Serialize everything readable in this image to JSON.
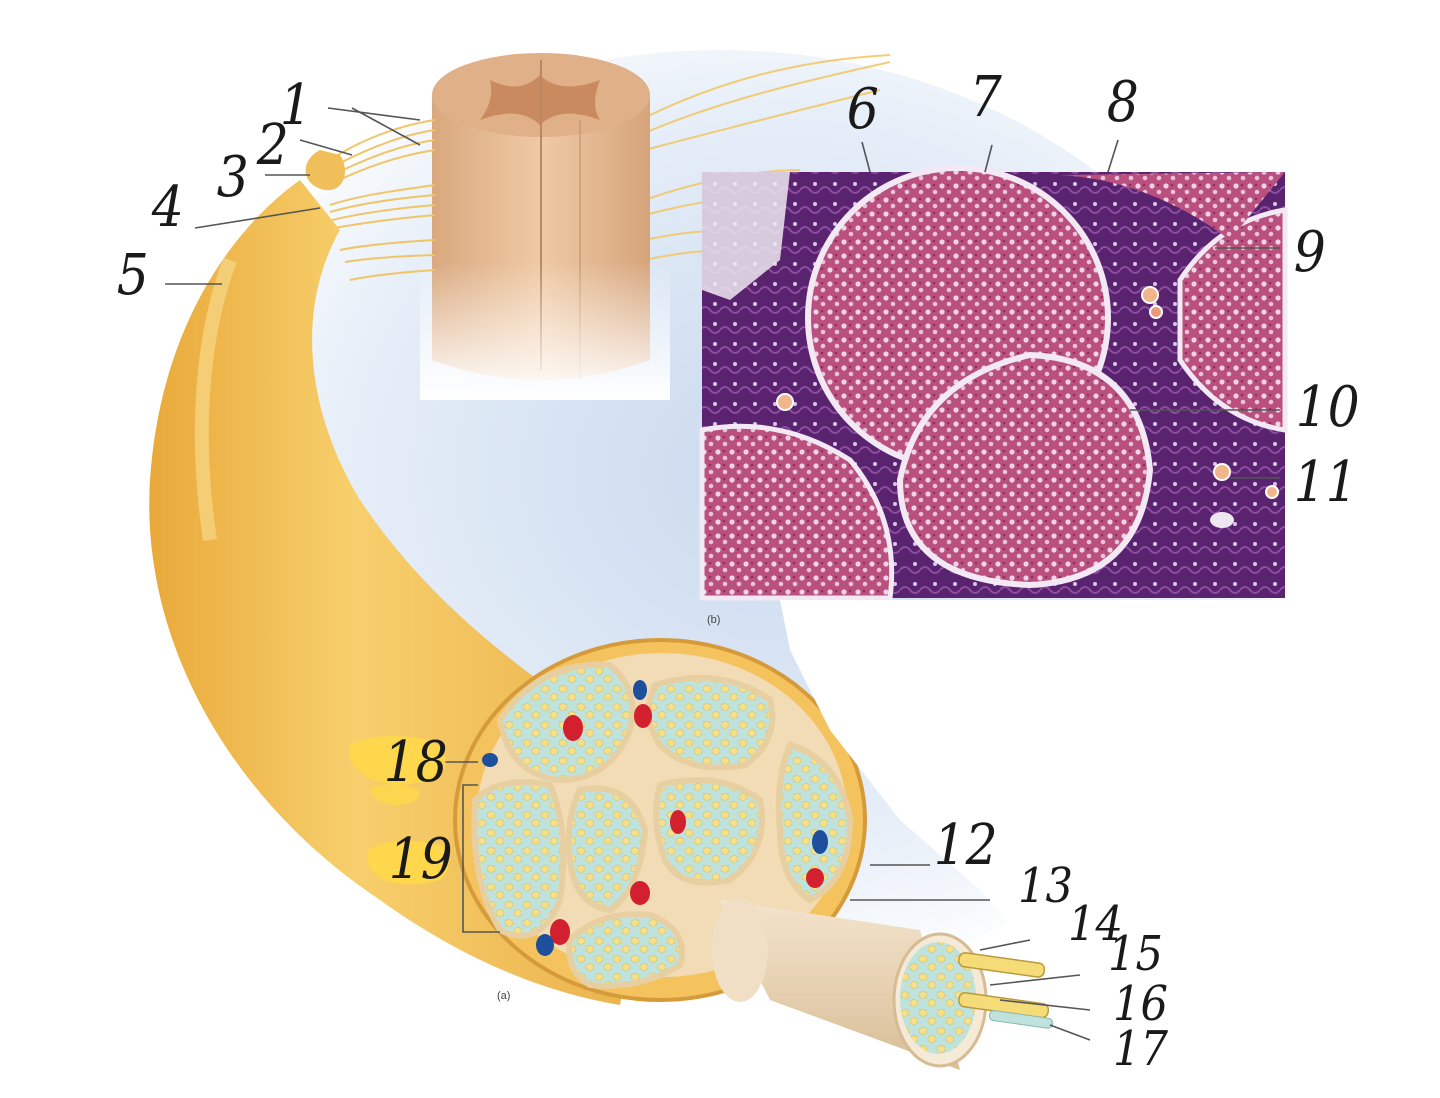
{
  "labels": {
    "l1": "1",
    "l2": "2",
    "l3": "3",
    "l4": "4",
    "l5": "5",
    "l6": "6",
    "l7": "7",
    "l8": "8",
    "l9": "9",
    "l10": "10",
    "l11": "11",
    "l12": "12",
    "l13": "13",
    "l14": "14",
    "l15": "15",
    "l16": "16",
    "l17": "17",
    "l18": "18",
    "l19": "19"
  },
  "panels": {
    "a": "(a)",
    "b": "(b)"
  },
  "colors": {
    "nerve": "#f2c15a",
    "nerve_dark": "#d99a2a",
    "cord": "#deb48c",
    "gray_matter": "#c98a5f",
    "micro_bg": "#6a2a78",
    "micro_fascicle": "#c45f8c",
    "fascicle_fill": "#bfe3dc",
    "axon": "#f6e08a",
    "artery": "#d2202e",
    "vein": "#1d4f9c",
    "highlight": "#ffd84a"
  }
}
